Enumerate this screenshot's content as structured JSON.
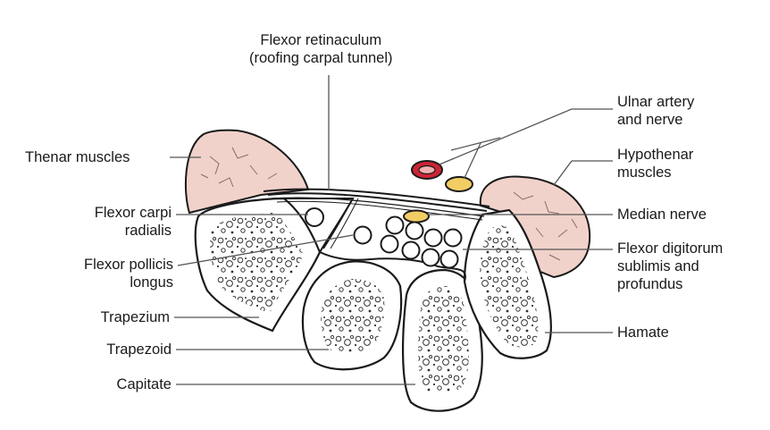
{
  "labels": {
    "flexor_retinaculum": [
      "Flexor retinaculum",
      "(roofing carpal tunnel)"
    ],
    "thenar_muscles": [
      "Thenar muscles"
    ],
    "flexor_carpi_radialis": [
      "Flexor carpi",
      "radialis"
    ],
    "flexor_pollicis_longus": [
      "Flexor pollicis",
      "longus"
    ],
    "trapezium": [
      "Trapezium"
    ],
    "trapezoid": [
      "Trapezoid"
    ],
    "capitate": [
      "Capitate"
    ],
    "ulnar_artery_and_nerve": [
      "Ulnar artery",
      "and nerve"
    ],
    "hypothenar_muscles": [
      "Hypothenar",
      "muscles"
    ],
    "median_nerve": [
      "Median nerve"
    ],
    "flexor_digitorum": [
      "Flexor digitorum",
      "sublimis and",
      "profundus"
    ],
    "hamate": [
      "Hamate"
    ]
  },
  "colors": {
    "muscle_fill": "#f1d2cb",
    "artery_fill": "#cc2436",
    "nerve_fill": "#f2cd64",
    "outline": "#1a1a1a",
    "leader_line": "#555555"
  }
}
